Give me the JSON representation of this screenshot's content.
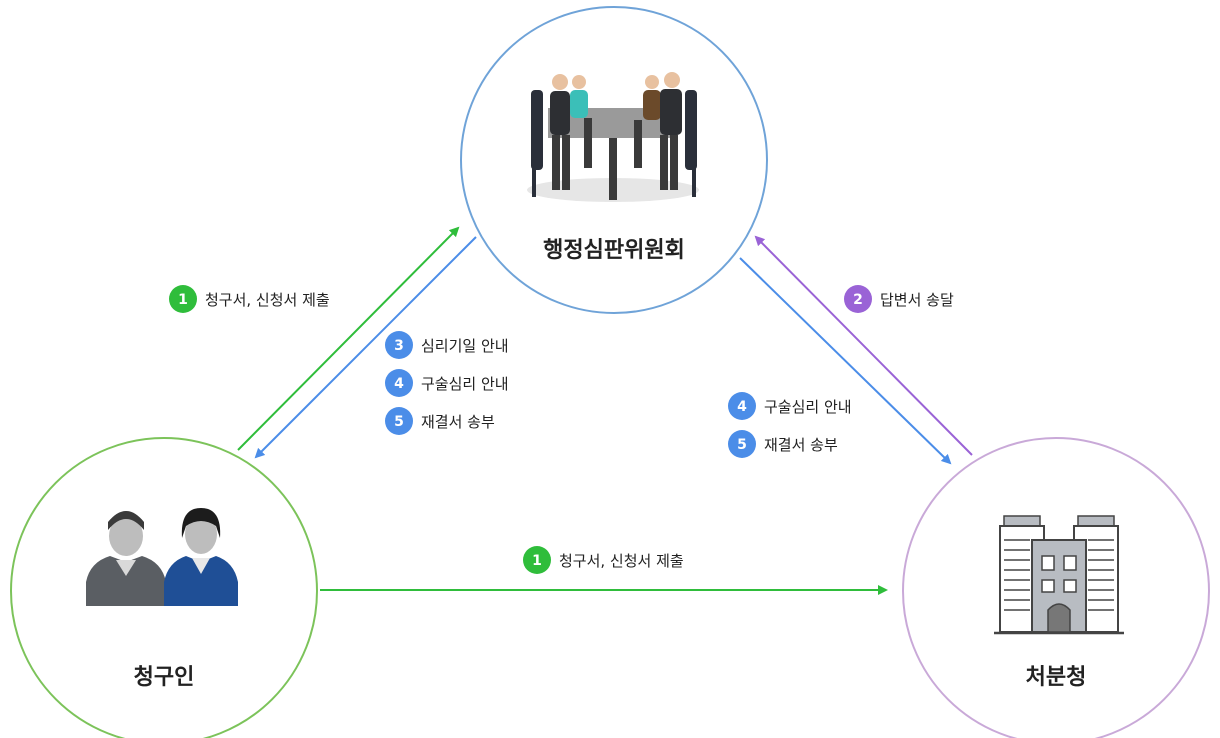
{
  "nodes": {
    "committee": {
      "label": "행정심판위원회",
      "color": "#6fa3d8"
    },
    "claimant": {
      "label": "청구인",
      "color": "#7cc35a"
    },
    "agency": {
      "label": "처분청",
      "color": "#c9a9d8"
    }
  },
  "colors": {
    "green": "#2fbd3b",
    "blue": "#4b8de8",
    "purple": "#9a63d6"
  },
  "steps": {
    "claimant_to_committee": [
      {
        "num": "1",
        "text": "청구서, 신청서 제출"
      }
    ],
    "committee_to_claimant": [
      {
        "num": "3",
        "text": "심리기일 안내"
      },
      {
        "num": "4",
        "text": "구술심리 안내"
      },
      {
        "num": "5",
        "text": "재결서 송부"
      }
    ],
    "agency_to_committee": [
      {
        "num": "2",
        "text": "답변서 송달"
      }
    ],
    "committee_to_agency": [
      {
        "num": "4",
        "text": "구술심리 안내"
      },
      {
        "num": "5",
        "text": "재결서 송부"
      }
    ],
    "claimant_to_agency": [
      {
        "num": "1",
        "text": "청구서, 신청서 제출"
      }
    ]
  }
}
